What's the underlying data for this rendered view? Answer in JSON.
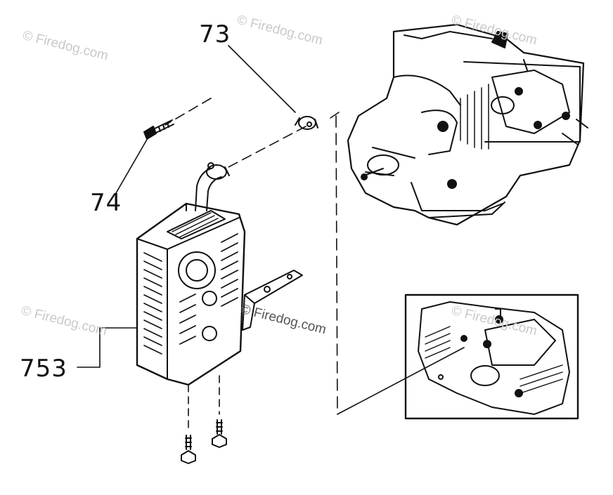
{
  "callouts": {
    "part_73": "73",
    "part_74": "74",
    "part_753": "753"
  },
  "watermark": {
    "text": "© Firedog.com"
  },
  "colors": {
    "line": "#111111",
    "watermark": "#c9c9c9"
  }
}
